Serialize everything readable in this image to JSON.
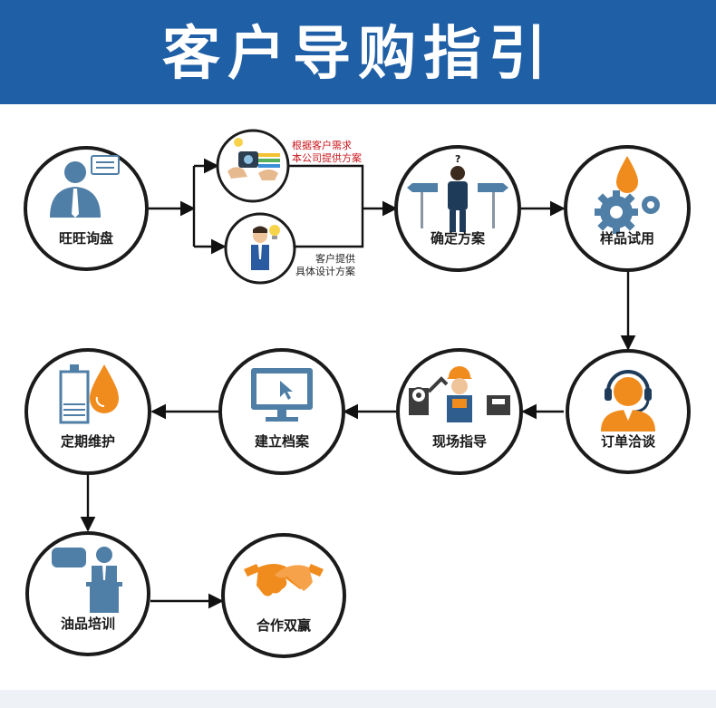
{
  "title": "客户导购指引",
  "colors": {
    "header_blue": "#1f5fa6",
    "circle_border": "#1b1b1b",
    "icon_blue": "#4f7ea6",
    "icon_orange": "#f08c1e",
    "note_red": "#c8161d"
  },
  "nodes": [
    {
      "id": "wangwang",
      "label": "旺旺询盘",
      "icon": "person-chat-icon"
    },
    {
      "id": "confirm",
      "label": "确定方案",
      "icon": "crossroads-icon"
    },
    {
      "id": "sample",
      "label": "样品试用",
      "icon": "gears-drop-icon"
    },
    {
      "id": "order",
      "label": "订单洽谈",
      "icon": "headset-agent-icon"
    },
    {
      "id": "onsite",
      "label": "现场指导",
      "icon": "worker-machine-icon"
    },
    {
      "id": "archive",
      "label": "建立档案",
      "icon": "monitor-cursor-icon"
    },
    {
      "id": "maintain",
      "label": "定期维护",
      "icon": "bottle-drop-icon"
    },
    {
      "id": "training",
      "label": "油品培训",
      "icon": "presenter-icon"
    },
    {
      "id": "cooperate",
      "label": "合作双赢",
      "icon": "handshake-icon"
    }
  ],
  "branches": [
    {
      "id": "company-plan",
      "icon": "hands-tablet-icon",
      "note": [
        "根据客户需求",
        "本公司提供方案"
      ],
      "note_color": "red"
    },
    {
      "id": "customer-plan",
      "icon": "idea-person-icon",
      "note": [
        "客户提供",
        "具体设计方案"
      ],
      "note_color": "black"
    }
  ]
}
